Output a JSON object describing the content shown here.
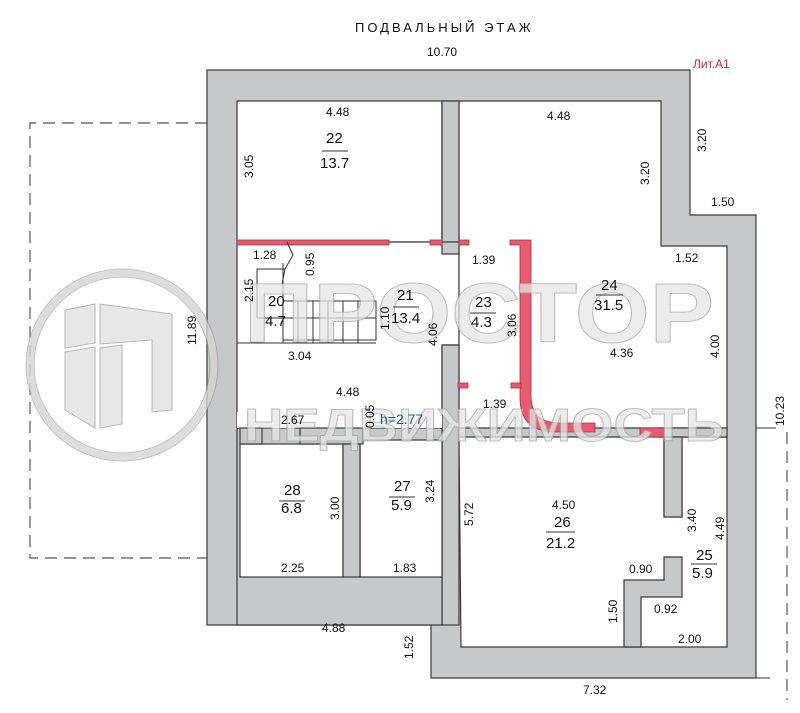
{
  "plan": {
    "title": "ПОДВАЛЬНЫЙ ЭТАЖ",
    "litera": "Лит.А1",
    "ceiling_height": "h=2.77",
    "watermark": {
      "brand": "ПРОСТОР",
      "subtitle": "НЕДВИЖИМОСТЬ",
      "logo_icon": "building-logo-icon"
    },
    "outer_dimensions": {
      "top_width": "10.70",
      "left_height": "11.89",
      "right_height": "10.23",
      "right_upper": "3.20",
      "right_step": "1.50",
      "bottom_left": "4.88",
      "bottom_step": "1.52",
      "bottom_right": "7.32"
    },
    "rooms": [
      {
        "number": "22",
        "area": "13.7",
        "dims": [
          "4.48",
          "3.05"
        ]
      },
      {
        "number": "20",
        "area": "4.7",
        "dims": [
          "1.28",
          "0.95",
          "2.15"
        ]
      },
      {
        "number": "21",
        "area": "13.4",
        "dims": [
          "3.04",
          "1.10",
          "4.06",
          "4.48",
          "0.05",
          "2.67"
        ]
      },
      {
        "number": "23",
        "area": "4.3",
        "dims": [
          "1.39",
          "3.06",
          "1.39"
        ]
      },
      {
        "number": "24",
        "area": "31.5",
        "dims": [
          "4.48",
          "3.20",
          "1.52",
          "4.36",
          "4.00"
        ]
      },
      {
        "number": "28",
        "area": "6.8",
        "dims": [
          "3.00",
          "2.25"
        ]
      },
      {
        "number": "27",
        "area": "5.9",
        "dims": [
          "3.24",
          "1.83"
        ]
      },
      {
        "number": "26",
        "area": "21.2",
        "dims": [
          "4.50",
          "5.72",
          "1.50",
          "0.90"
        ]
      },
      {
        "number": "25",
        "area": "5.9",
        "dims": [
          "3.40",
          "4.49",
          "0.92",
          "2.00"
        ]
      }
    ]
  }
}
